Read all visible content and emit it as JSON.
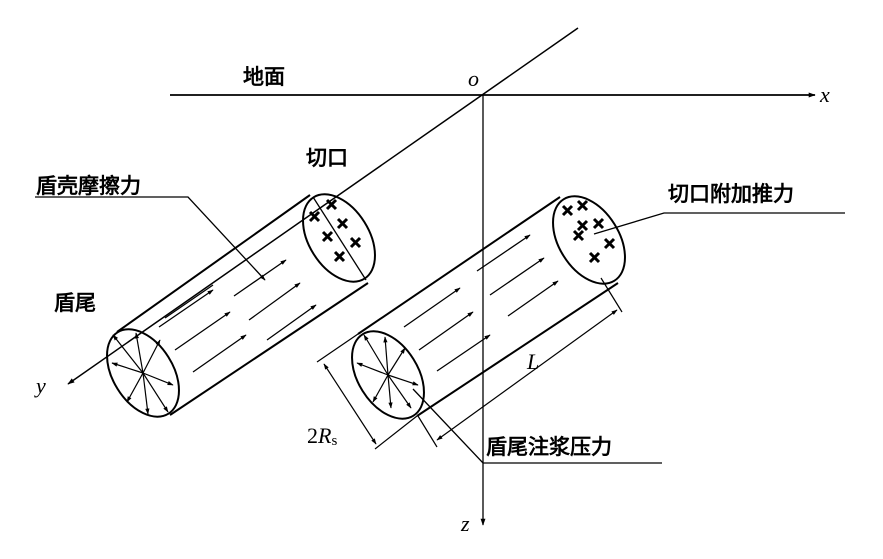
{
  "figure": {
    "type": "shield tunnel load diagram",
    "axes": {
      "origin": "o",
      "x": "x",
      "y": "y",
      "z": "z"
    },
    "labels": {
      "ground": "地面",
      "cutter_face": "切口",
      "shield_tail": "盾尾",
      "shell_friction": "盾壳摩擦力",
      "face_additional_thrust": "切口附加推力",
      "tail_grouting_pressure": "盾尾注浆压力",
      "length": "L",
      "diameter_prefix": "2",
      "diameter_symbol": "R",
      "diameter_subscript": "s"
    }
  }
}
